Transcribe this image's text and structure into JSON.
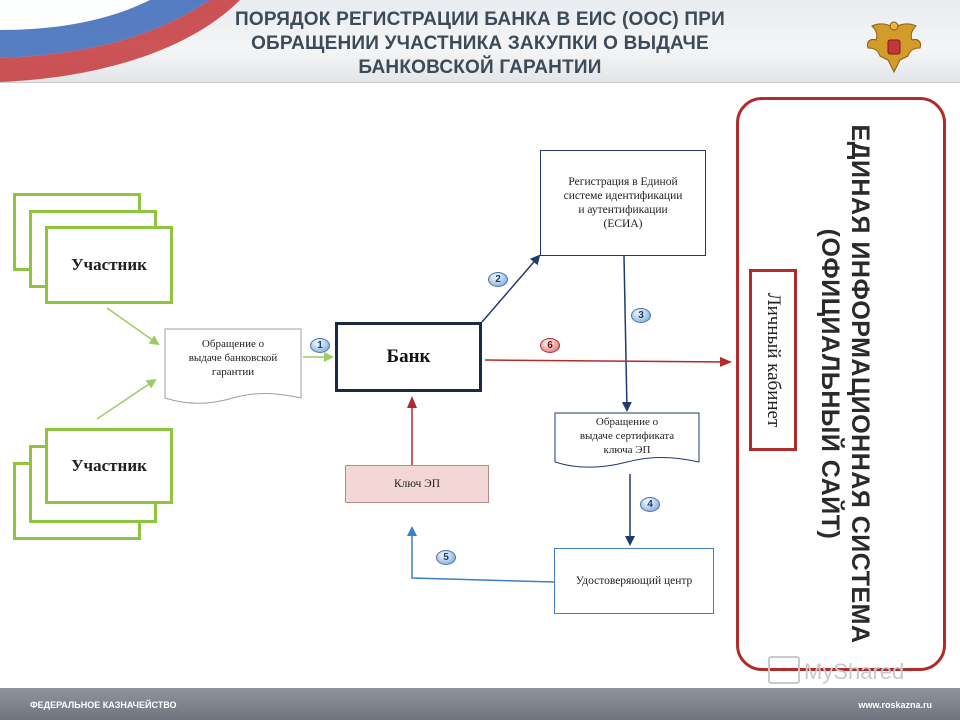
{
  "header": {
    "title_line1": "ПОРЯДОК РЕГИСТРАЦИИ БАНКА В ЕИС (ООС) ПРИ",
    "title_line2": "ОБРАЩЕНИИ УЧАСТНИКА ЗАКУПКИ О ВЫДАЧЕ",
    "title_line3": "БАНКОВСКОЙ ГАРАНТИИ"
  },
  "nodes": {
    "participant_top": "Участник",
    "participant_bottom": "Участник",
    "request_doc_line1": "Обращение о",
    "request_doc_line2": "выдаче банковской",
    "request_doc_line3": "гарантии",
    "bank": "Банк",
    "esia_line1": "Регистрация в Единой",
    "esia_line2": "системе идентификации",
    "esia_line3": "и аутентификации",
    "esia_line4": "(ЕСИА)",
    "cert_request_line1": "Обращение о",
    "cert_request_line2": "выдаче сертификата",
    "cert_request_line3": "ключа ЭП",
    "key_ep": "Ключ ЭП",
    "certification_center": "Удостоверяющий центр",
    "personal_cabinet": "Личный кабинет",
    "eis_line1": "ЕДИНАЯ ИНФОРМАЦИОННАЯ СИСТЕМА",
    "eis_line2": "(ОФИЦИАЛЬНЫЙ САЙТ)"
  },
  "steps": [
    "1",
    "2",
    "3",
    "4",
    "5",
    "6"
  ],
  "footer": {
    "left": "ФЕДЕРАЛЬНОЕ КАЗНАЧЕЙСТВО",
    "right": "www.roskazna.ru"
  },
  "watermark": "MyShared",
  "icons": {
    "emblem": "double-headed-eagle-emblem-icon",
    "flag": "russian-flag-icon"
  },
  "colors": {
    "participant_border": "#8ec63f",
    "green_arrow": "#9ccc65",
    "bank_border": "#1b2a44",
    "navy_arrow": "#1f3b6e",
    "blue_arrow": "#3f7fc4",
    "red_arrow": "#b22a2a",
    "key_fill": "#f3d6d6",
    "frame_red": "#b22a2a"
  }
}
